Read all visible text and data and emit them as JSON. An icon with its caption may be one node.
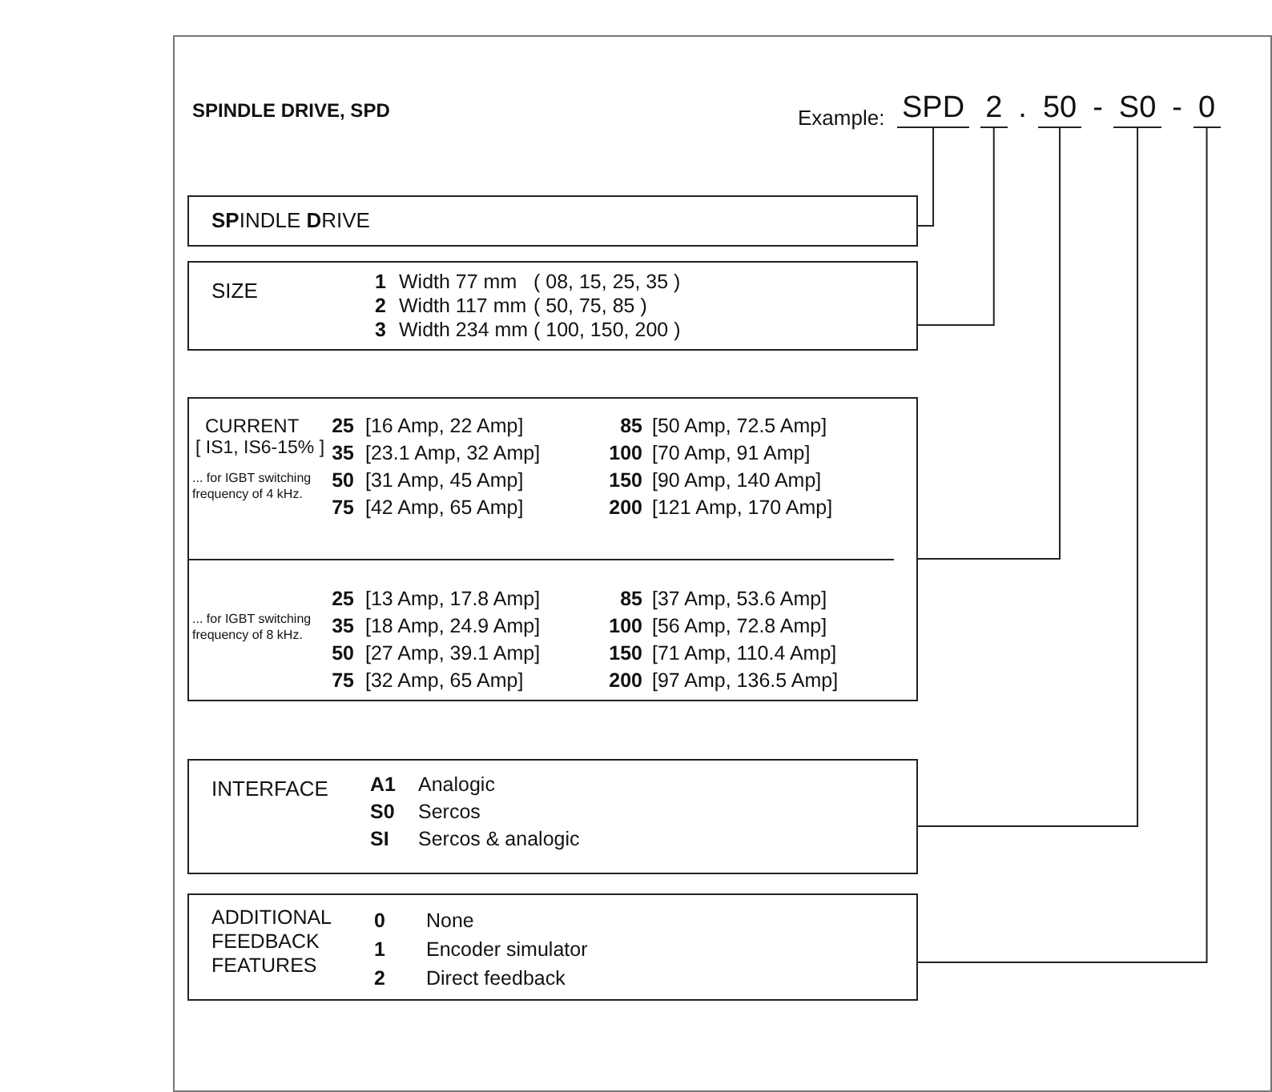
{
  "diagram": {
    "title": "SPINDLE DRIVE, SPD",
    "nodes": [
      {
        "text": [
          "SPD"
        ]
      },
      {
        "text": [
          "2"
        ]
      },
      {
        "text": [
          "50"
        ]
      },
      {
        "text": [
          "S0"
        ]
      },
      {
        "text": [
          "0"
        ]
      },
      {
        "text": [
          "**SP**INDLE **D**RIVE"
        ]
      },
      {
        "text": [
          "SIZE",
          "1",
          "Width 77 mm",
          "( 08, 15, 25, 35 )",
          "2",
          "Width 117 mm",
          "( 50, 75, 85 )",
          "3",
          "Width 234 mm",
          "( 100, 150, 200 )"
        ]
      },
      {
        "text": [
          "CURRENT",
          "[ IS1, IS6-15% ]",
          "... for IGBT switching frequency of 4 kHz.",
          "25",
          "[16 Amp, 22 Amp]",
          "85",
          "[50 Amp, 72.5 Amp]",
          "35",
          "[23.1 Amp, 32 Amp]",
          "100",
          "[70 Amp, 91 Amp]",
          "50",
          "[31 Amp, 45 Amp]",
          "150",
          "[90 Amp, 140 Amp]",
          "75",
          "[42 Amp, 65 Amp]",
          "200",
          "[121 Amp, 170 Amp]",
          "... for IGBT switching frequency of 8 kHz.",
          "25",
          "[13 Amp, 17.8 Amp]",
          "85",
          "[37 Amp, 53.6 Amp]",
          "35",
          "[18 Amp, 24.9 Amp]",
          "100",
          "[56 Amp, 72.8 Amp]",
          "50",
          "[27 Amp, 39.1 Amp]",
          "150",
          "[71 Amp, 110.4 Amp]",
          "75",
          "[32 Amp, 65 Amp]",
          "200",
          "[97 Amp, 136.5 Amp]"
        ]
      },
      {
        "text": [
          "INTERFACE",
          "A1",
          "Analogic",
          "S0",
          "Sercos",
          "SI",
          "Sercos & analogic"
        ]
      },
      {
        "text": [
          "ADDITIONAL FEEDBACK FEATURES",
          "0",
          "None",
          "1",
          "Encoder simulator",
          "2",
          "Direct feedback"
        ]
      }
    ],
    "edges": [
      {
        "from": 0,
        "to": 5,
        "arrow": "none"
      },
      {
        "from": 1,
        "to": 6,
        "arrow": "none"
      },
      {
        "from": 2,
        "to": 7,
        "arrow": "none"
      },
      {
        "from": 3,
        "to": 8,
        "arrow": "none"
      },
      {
        "from": 4,
        "to": 9,
        "arrow": "none"
      }
    ],
    "labels": [
      "Example:",
      ".",
      "-",
      "-"
    ]
  }
}
